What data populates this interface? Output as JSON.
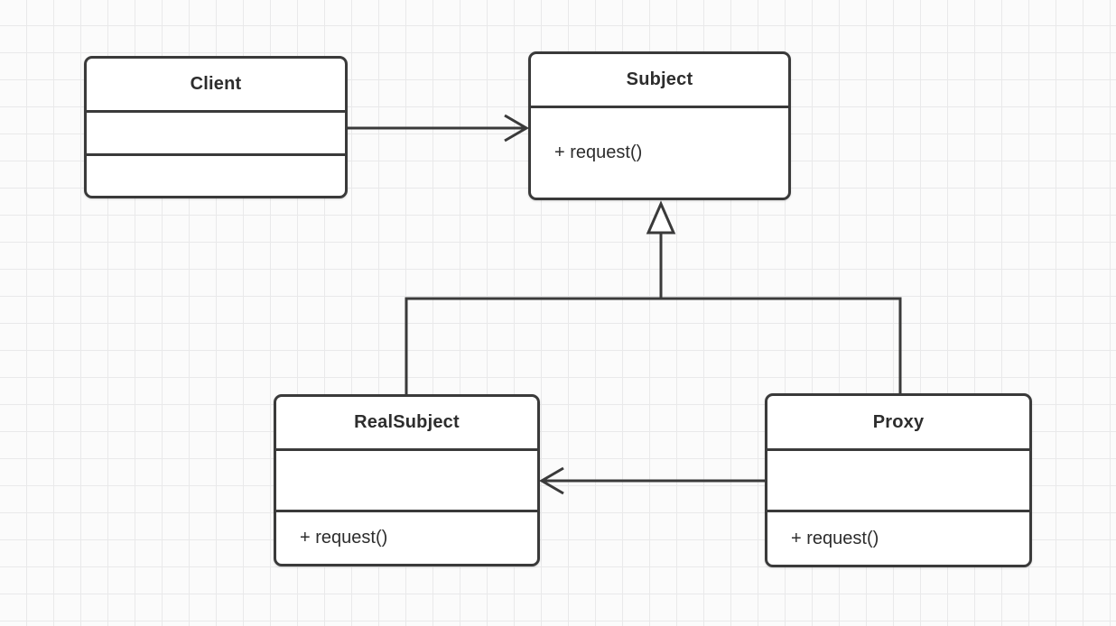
{
  "diagram": {
    "kind": "uml-class-diagram",
    "pattern": "Proxy",
    "colors": {
      "background": "#fbfbfb",
      "grid_line": "#e9e9ea",
      "shape_border": "#3a3a3a",
      "shape_fill": "#ffffff",
      "text": "#2d2d2d"
    },
    "classes": [
      {
        "name": "Client",
        "attributes": "",
        "methods": ""
      },
      {
        "name": "Subject",
        "methods": "+ request()"
      },
      {
        "name": "RealSubject",
        "attributes": "",
        "methods": "+ request()"
      },
      {
        "name": "Proxy",
        "attributes": "",
        "methods": "+ request()"
      }
    ],
    "relationships": [
      {
        "from": "Client",
        "to": "Subject",
        "type": "association",
        "arrowhead": "open-arrow"
      },
      {
        "from": "RealSubject",
        "to": "Subject",
        "type": "generalization",
        "arrowhead": "hollow-triangle"
      },
      {
        "from": "Proxy",
        "to": "Subject",
        "type": "generalization",
        "arrowhead": "hollow-triangle"
      },
      {
        "from": "Proxy",
        "to": "RealSubject",
        "type": "association",
        "arrowhead": "open-arrow"
      }
    ]
  }
}
